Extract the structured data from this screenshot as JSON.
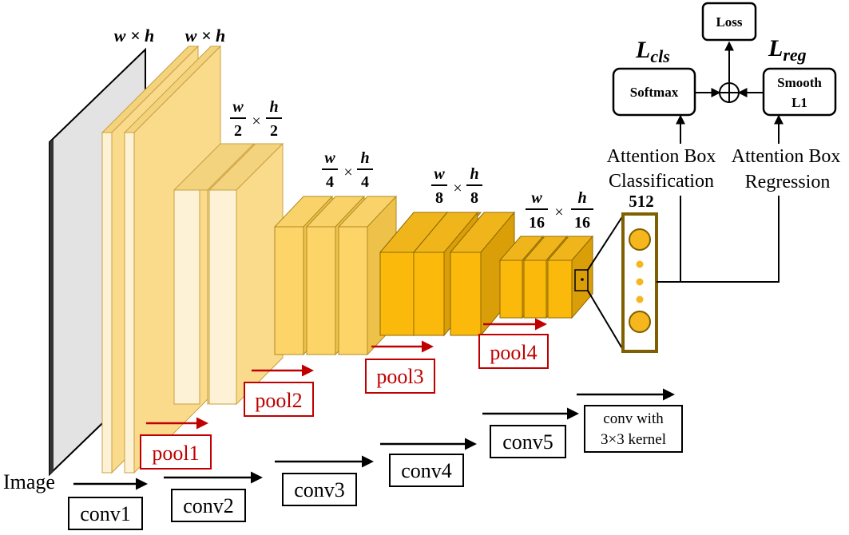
{
  "image_label": "Image",
  "conv_labels": {
    "conv1": "conv1",
    "conv2": "conv2",
    "conv3": "conv3",
    "conv4": "conv4",
    "conv5": "conv5"
  },
  "pool_labels": {
    "pool1": "pool1",
    "pool2": "pool2",
    "pool3": "pool3",
    "pool4": "pool4"
  },
  "legend": {
    "line1": "conv with",
    "line2": "3×3 kernel"
  },
  "size_labels": {
    "full_a": "w × h",
    "full_b": "w × h",
    "half_num": "w",
    "half_den": "2",
    "half_num2": "h",
    "half_den2": "2",
    "quarter_num": "w",
    "quarter_den": "4",
    "quarter_num2": "h",
    "quarter_den2": "4",
    "eighth_num": "w",
    "eighth_den": "8",
    "eighth_num2": "h",
    "eighth_den2": "8",
    "sixteenth_num": "w",
    "sixteenth_den": "16",
    "sixteenth_num2": "h",
    "sixteenth_den2": "16",
    "times": "×"
  },
  "feature_dim": "512",
  "head": {
    "softmax": "Softmax",
    "smooth_l1_line1": "Smooth",
    "smooth_l1_line2": "L1",
    "loss": "Loss",
    "l_cls_main": "L",
    "l_cls_sub": "cls",
    "l_reg_main": "L",
    "l_reg_sub": "reg",
    "cls_line1": "Attention Box",
    "cls_line2": "Classification",
    "reg_line1": "Attention Box",
    "reg_line2": "Regression"
  },
  "colors": {
    "stage1_front": "#FEF2D6",
    "stage1_top": "#F3D37E",
    "stage1_side": "#FADB8C",
    "stage3_front": "#FDD467",
    "stage4_front": "#FBB90C",
    "pool_red": "#C00000",
    "vector_border": "#7F6000",
    "dot": "#F6B61D"
  }
}
